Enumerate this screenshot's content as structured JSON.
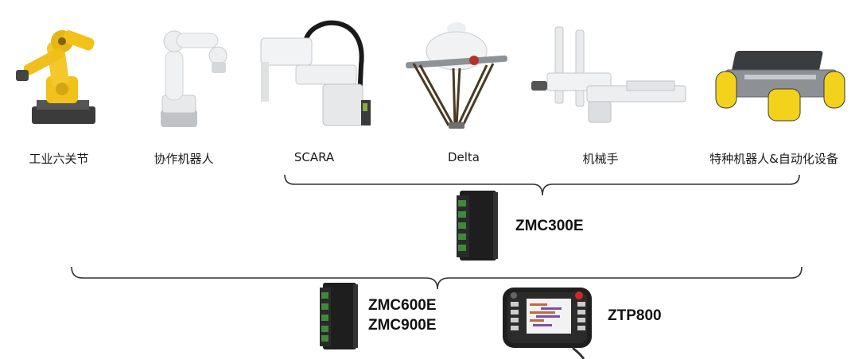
{
  "robot_types": [
    {
      "id": "industrial-6axis",
      "label": "工业六关节"
    },
    {
      "id": "collaborative",
      "label": "协作机器人"
    },
    {
      "id": "scara",
      "label": "SCARA"
    },
    {
      "id": "delta",
      "label": "Delta"
    },
    {
      "id": "manipulator",
      "label": "机械手"
    },
    {
      "id": "special",
      "label": "特种机器人&自动化设备"
    }
  ],
  "products": {
    "zmc300e": "ZMC300E",
    "zmc600e": "ZMC600E",
    "zmc900e": "ZMC900E",
    "ztp800": "ZTP800"
  },
  "colors": {
    "industrial_yellow": "#f2c21b",
    "controller_body": "#222222",
    "terminal_green": "#3f8a3a",
    "bracket": "#333333"
  }
}
